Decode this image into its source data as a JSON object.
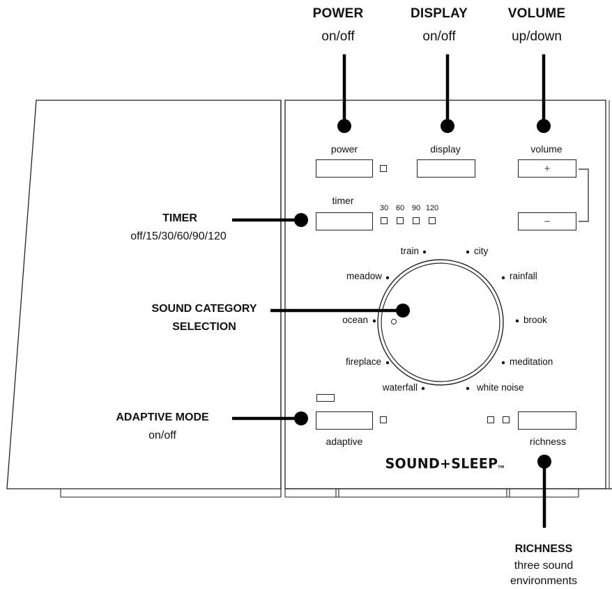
{
  "callouts": {
    "power": {
      "title": "POWER",
      "sub": "on/off"
    },
    "display": {
      "title": "DISPLAY",
      "sub": "on/off"
    },
    "volume": {
      "title": "VOLUME",
      "sub": "up/down"
    },
    "timer": {
      "title": "TIMER",
      "sub": "off/15/30/60/90/120"
    },
    "sound": {
      "title_line1": "SOUND CATEGORY",
      "title_line2": "SELECTION"
    },
    "adaptive": {
      "title": "ADAPTIVE MODE",
      "sub": "on/off"
    },
    "richness": {
      "title": "RICHNESS",
      "sub_line1": "three sound",
      "sub_line2": "environments"
    }
  },
  "device": {
    "buttons": {
      "power": "power",
      "display": "display",
      "volume": "volume",
      "timer": "timer",
      "adaptive": "adaptive",
      "richness": "richness"
    },
    "volume_symbols": {
      "up": "+",
      "down": "−"
    },
    "timer_ticks": [
      "30",
      "60",
      "90",
      "120"
    ],
    "sounds": {
      "train": "train",
      "city": "city",
      "meadow": "meadow",
      "rainfall": "rainfall",
      "ocean": "ocean",
      "brook": "brook",
      "fireplace": "fireplace",
      "meditation": "meditation",
      "waterfall": "waterfall",
      "white_noise": "white noise"
    },
    "brand": "SOUND+SLEEP",
    "trademark": "TM"
  }
}
